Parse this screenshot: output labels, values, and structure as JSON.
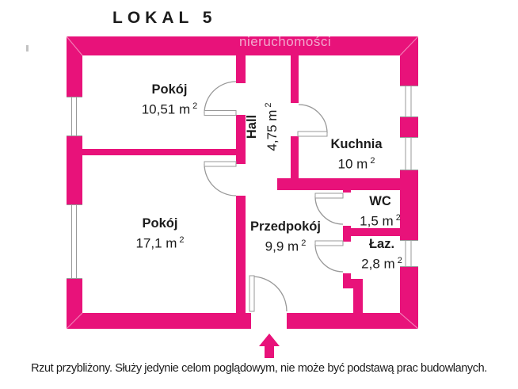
{
  "title": "LOKAL 5",
  "watermark": "nieruchomości",
  "caption": "Rzut przybliżony. Służy jedynie celom poglądowym, nie może być podstawą prac budowlanych.",
  "rooms": {
    "pokoj1": {
      "name": "Pokój",
      "area": "10,51 m",
      "area_sup": "2"
    },
    "pokoj2": {
      "name": "Pokój",
      "area": "17,1 m",
      "area_sup": "2"
    },
    "hall": {
      "name": "Hall",
      "area": "4,75 m",
      "area_sup": "2"
    },
    "kuchnia": {
      "name": "Kuchnia",
      "area": "10 m",
      "area_sup": "2"
    },
    "przedpokoj": {
      "name": "Przedpokój",
      "area": "9,9 m",
      "area_sup": "2"
    },
    "wc": {
      "name": "WC",
      "area": "1,5 m",
      "area_sup": "2"
    },
    "lazienka": {
      "name": "Łaz.",
      "area": "2,8 m",
      "area_sup": "2"
    }
  },
  "colors": {
    "wall": "#e8127a",
    "line": "#999999",
    "text": "#1c1c1c",
    "watermark": "#f2a8cd"
  }
}
